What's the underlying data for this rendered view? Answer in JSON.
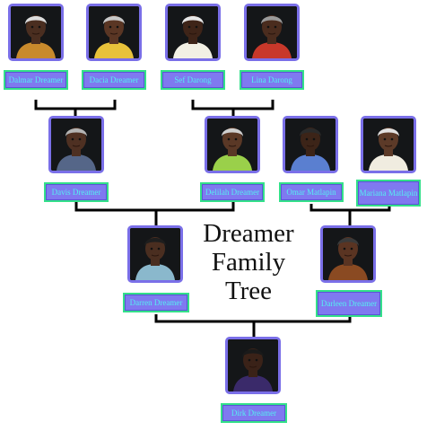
{
  "title": {
    "line1": "Dreamer",
    "line2": "Family",
    "line3": "Tree"
  },
  "colors": {
    "frame": "#7a6fe8",
    "name_bg": "#7f79f0",
    "name_border": "#33e08a",
    "name_text": "#55f0f0",
    "line": "#000000"
  },
  "people": {
    "dalmar": {
      "name": "Dalmar Dreamer",
      "skin": "#4a2e20",
      "hair": "#dcdcdc",
      "shirt": "#c88a2c"
    },
    "dacia": {
      "name": "Dacia Dreamer",
      "skin": "#5a3624",
      "hair": "#c8c8c8",
      "shirt": "#e8c23a"
    },
    "sef": {
      "name": "Sef Darong",
      "skin": "#3e2418",
      "hair": "#e6e6e6",
      "shirt": "#f2f0e4"
    },
    "lina": {
      "name": "Lina Darong",
      "skin": "#4a2c1e",
      "hair": "#9a9a9a",
      "shirt": "#c8382a"
    },
    "davis": {
      "name": "Davis Dreamer",
      "skin": "#4e3022",
      "hair": "#b4b4b4",
      "shirt": "#556688"
    },
    "delilah": {
      "name": "Delilah Dreamer",
      "skin": "#5a3826",
      "hair": "#cfcfcf",
      "shirt": "#9ad04a"
    },
    "omar": {
      "name": "Omar Matlapin",
      "skin": "#3c2418",
      "hair": "#2a2a2a",
      "shirt": "#5a7fd0"
    },
    "mariana": {
      "name": "Mariana Matlapin",
      "skin": "#5c3a28",
      "hair": "#e2e2e2",
      "shirt": "#f0ece0"
    },
    "darren": {
      "name": "Darren Dreamer",
      "skin": "#4a2e20",
      "hair": "#1e1e1e",
      "shirt": "#8ab8cc"
    },
    "darleen": {
      "name": "Darleen Dreamer",
      "skin": "#5a3422",
      "hair": "#3a3a3a",
      "shirt": "#8a4a22"
    },
    "dirk": {
      "name": "Dirk Dreamer",
      "skin": "#3a2218",
      "hair": "#1a1a1a",
      "shirt": "#3a2a6a"
    }
  }
}
